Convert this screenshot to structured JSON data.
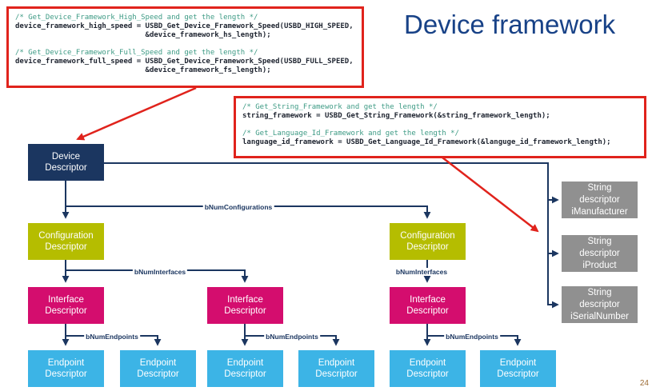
{
  "title": "Device framework",
  "page_number": "24",
  "code_block_1": {
    "lines": [
      {
        "k": "comment",
        "s": "/* Get_Device_Framework_High_Speed and get the length */"
      },
      {
        "k": "code",
        "s": "device_framework_high_speed = USBD_Get_Device_Framework_Speed(USBD_HIGH_SPEED,"
      },
      {
        "k": "code",
        "s": "                              &device_framework_hs_length);"
      },
      {
        "k": "blank",
        "s": ""
      },
      {
        "k": "comment",
        "s": "/* Get_Device_Framework_Full_Speed and get the length */"
      },
      {
        "k": "code",
        "s": "device_framework_full_speed = USBD_Get_Device_Framework_Speed(USBD_FULL_SPEED,"
      },
      {
        "k": "code",
        "s": "                              &device_framework_fs_length);"
      }
    ]
  },
  "code_block_2": {
    "lines": [
      {
        "k": "comment",
        "s": "/* Get_String_Framework and get the length */"
      },
      {
        "k": "code",
        "s": "string_framework = USBD_Get_String_Framework(&string_framework_length);"
      },
      {
        "k": "blank",
        "s": ""
      },
      {
        "k": "comment",
        "s": "/* Get_Language_Id_Framework and get the length */"
      },
      {
        "k": "code",
        "s": "language_id_framework = USBD_Get_Language_Id_Framework(&languge_id_framework_length);"
      }
    ]
  },
  "diagram": {
    "device_label": "Device\nDescriptor",
    "configuration_label": "Configuration\nDescriptor",
    "interface_label": "Interface\nDescriptor",
    "endpoint_label": "Endpoint\nDescriptor",
    "string_descriptor_labels": {
      "manufacturer": "String\ndescriptor\niManufacturer",
      "product": "String\ndescriptor\niProduct",
      "serial_number": "String\ndescriptor\niSerialNumber"
    },
    "edge_labels": {
      "configurations": "bNumConfigurations",
      "interfaces": "bNumInterfaces",
      "endpoints": "bNumEndpoints"
    }
  },
  "colors": {
    "title_blue": "#184287",
    "navy_box_and_lines": "#1b3660",
    "configuration_green": "#b5bd00",
    "interface_magenta": "#d40d6e",
    "endpoint_blue": "#3cb4e6",
    "string_gray": "#909090",
    "highlight_red": "#e0231c",
    "code_comment_teal": "#3e9b85",
    "code_text": "#1e2430"
  }
}
